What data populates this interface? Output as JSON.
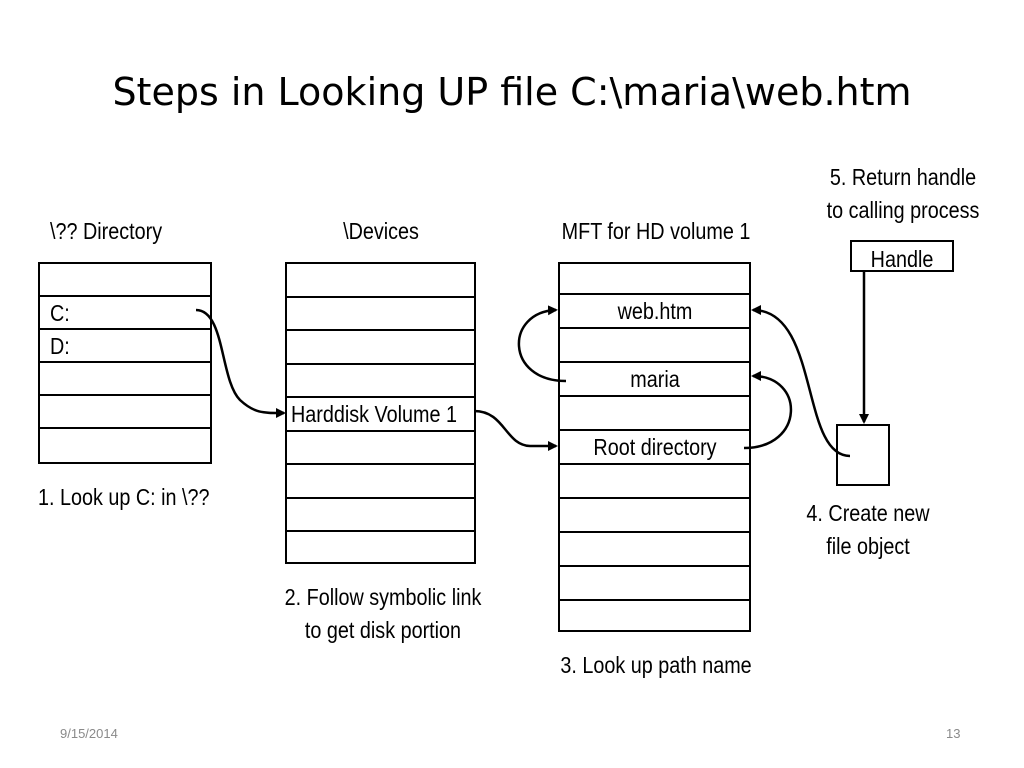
{
  "title": "Steps in Looking UP file C:\\maria\\web.htm",
  "directory_table": {
    "header": "\\?? Directory",
    "rows": [
      "",
      "C:",
      "D:",
      "",
      "",
      ""
    ],
    "caption": "1. Look up C: in \\??"
  },
  "devices_table": {
    "header": "\\Devices",
    "rows": [
      "",
      "",
      "",
      "",
      "Harddisk Volume 1",
      "",
      "",
      "",
      ""
    ],
    "caption_line1": "2. Follow symbolic link",
    "caption_line2": "to get disk portion"
  },
  "mft_table": {
    "header": "MFT for HD volume 1",
    "rows": [
      "",
      "web.htm",
      "",
      "maria",
      "",
      "Root directory",
      "",
      "",
      "",
      "",
      "",
      ""
    ],
    "caption": "3. Look up path name"
  },
  "handle": {
    "caption_line1": "5. Return handle",
    "caption_line2": "to calling process",
    "label": "Handle"
  },
  "file_object": {
    "caption_line1": "4. Create new",
    "caption_line2": "file object"
  },
  "footer": {
    "date": "9/15/2014",
    "page": "13"
  }
}
